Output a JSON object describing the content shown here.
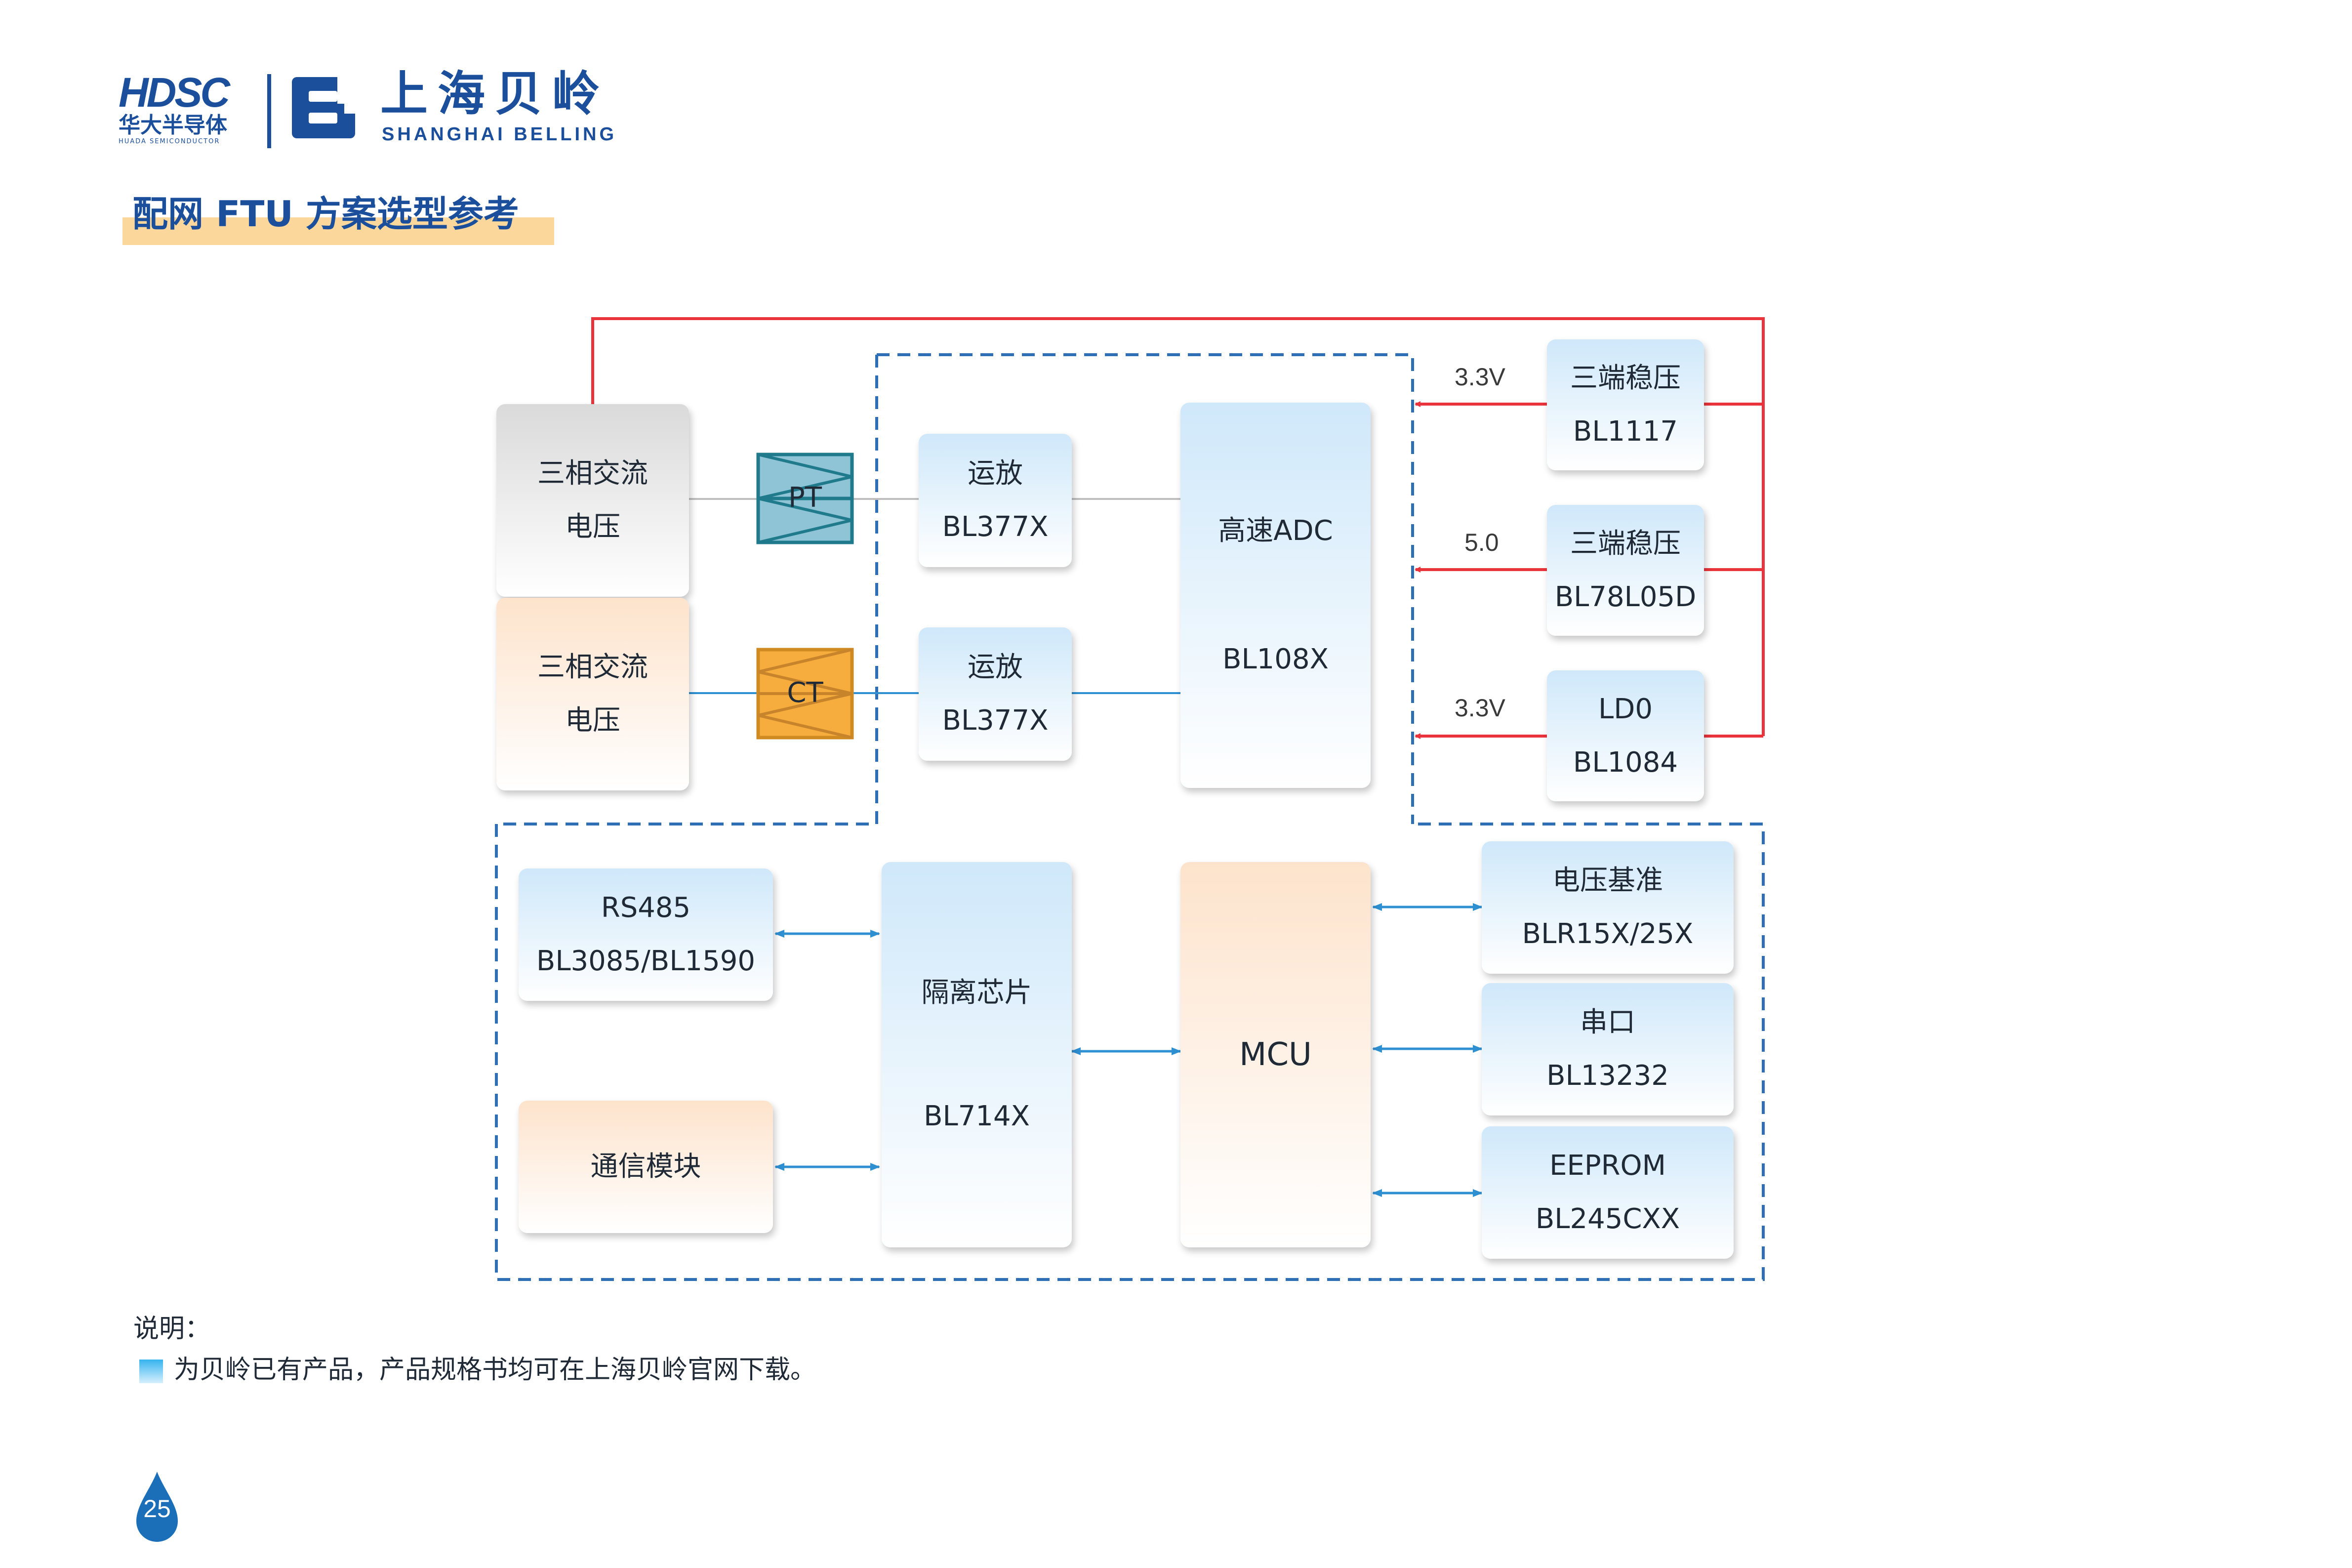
{
  "logo": {
    "hdsc_mark": "HDSC",
    "hdsc_cn": "华大半导体",
    "hdsc_en": "HUADA SEMICONDUCTOR",
    "bl_cn": "上海贝岭",
    "bl_en": "SHANGHAI BELLING"
  },
  "title": "配网 FTU 方案选型参考",
  "diagram": {
    "nodes": {
      "voltage_source": {
        "line1": "三相交流",
        "line2": "电压"
      },
      "current_source": {
        "line1": "三相交流",
        "line2": "电压"
      },
      "pt": "PT",
      "ct": "CT",
      "opamp1": {
        "line1": "运放",
        "line2": "BL377X"
      },
      "opamp2": {
        "line1": "运放",
        "line2": "BL377X"
      },
      "adc": {
        "line1": "高速ADC",
        "line2": "BL108X"
      },
      "reg1": {
        "line1": "三端稳压",
        "line2": "BL1117"
      },
      "reg2": {
        "line1": "三端稳压",
        "line2": "BL78L05D"
      },
      "ldo": {
        "line1": "LD0",
        "line2": "BL1084"
      },
      "rs485": {
        "line1": "RS485",
        "line2": "BL3085/BL1590"
      },
      "comm": {
        "line1": "通信模块"
      },
      "isolator": {
        "line1": "隔离芯片",
        "line2": "BL714X"
      },
      "mcu": {
        "line1": "MCU"
      },
      "vref": {
        "line1": "电压基准",
        "line2": "BLR15X/25X"
      },
      "uart": {
        "line1": "串口",
        "line2": "BL13232"
      },
      "eeprom": {
        "line1": "EEPROM",
        "line2": "BL245CXX"
      }
    },
    "voltages": {
      "v1": "3.3V",
      "v2": "5.0",
      "v3": "3.3V"
    },
    "colors": {
      "power_line": "#e8343a",
      "signal_arrow": "#2e8fd1",
      "dashed_border": "#2e6fb5",
      "pt_color": "#1f7a8c",
      "ct_color": "#f0a83a"
    }
  },
  "note": {
    "title": "说明：",
    "text": "为贝岭已有产品，产品规格书均可在上海贝岭官网下载。"
  },
  "page_number": "25"
}
